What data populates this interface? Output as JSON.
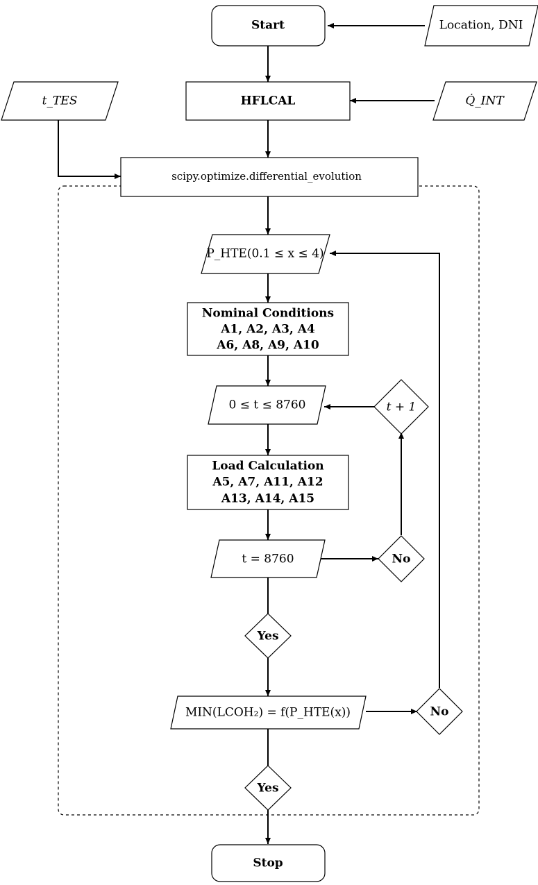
{
  "nodes": {
    "start": {
      "label": "Start"
    },
    "location": {
      "label": "Location, DNI"
    },
    "hflcal": {
      "label": "HFLCAL"
    },
    "t_tes": {
      "label": "t_TES"
    },
    "q_int": {
      "label": "Q̇_INT"
    },
    "scipy": {
      "label": "scipy.optimize.differential_evolution"
    },
    "p_hte": {
      "label": "P_HTE(0.1 ≤ x ≤ 4)"
    },
    "nominal": {
      "line1": "Nominal Conditions",
      "line2": "A1, A2, A3, A4",
      "line3": "A6, A8, A9, A10"
    },
    "time_range": {
      "label": "0 ≤ t ≤ 8760"
    },
    "t_plus_1": {
      "label": "t + 1"
    },
    "load": {
      "line1": "Load Calculation",
      "line2": "A5, A7, A11, A12",
      "line3": "A13, A14, A15"
    },
    "t_check": {
      "label": "t = 8760"
    },
    "no_1": {
      "label": "No"
    },
    "yes_1": {
      "label": "Yes"
    },
    "min_lcoh": {
      "label": "MIN(LCOH₂) = f(P_HTE(x))"
    },
    "no_2": {
      "label": "No"
    },
    "yes_2": {
      "label": "Yes"
    },
    "stop": {
      "label": "Stop"
    }
  }
}
